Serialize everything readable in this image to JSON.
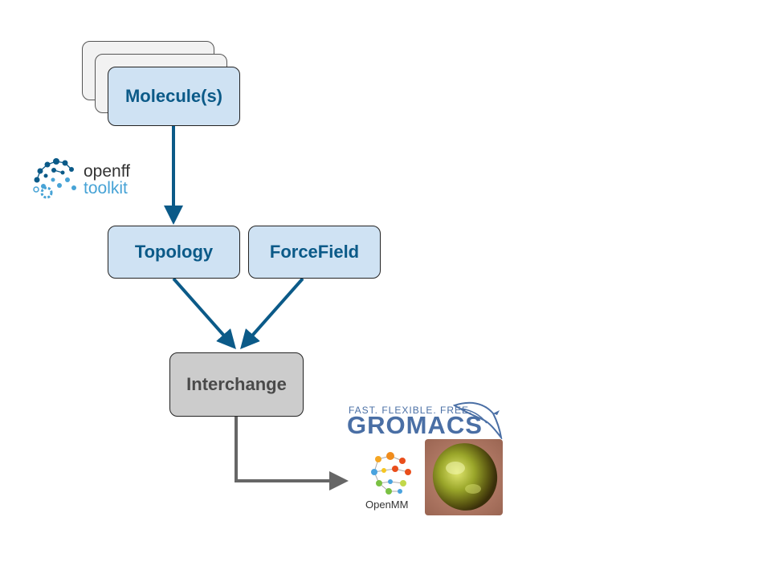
{
  "nodes": {
    "molecule": "Molecule(s)",
    "topology": "Topology",
    "forcefield": "ForceField",
    "interchange": "Interchange"
  },
  "openff_logo": {
    "word1": "openff",
    "word2": "toolkit"
  },
  "gromacs_logo": {
    "tagline": "FAST. FLEXIBLE. FREE.",
    "name": "GROMACS"
  },
  "openmm_logo": {
    "name": "OpenMM"
  },
  "colors": {
    "node_fill_blue": "#cfe2f3",
    "node_text_blue": "#0b5a88",
    "arrow_blue": "#0b5a88",
    "interchange_fill": "#cccccc",
    "arrow_grey": "#666666"
  },
  "icons": [
    "openff-toolkit-logo",
    "gromacs-bird-logo",
    "openmm-network-logo",
    "amber-gem-image"
  ]
}
